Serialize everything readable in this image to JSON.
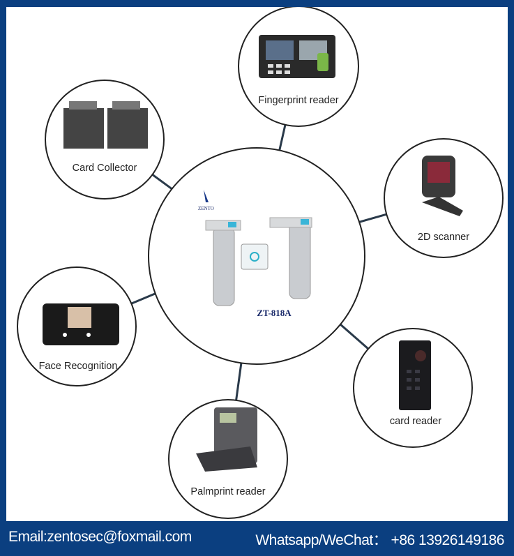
{
  "center": {
    "brand": "ZENTO",
    "model": "ZT-818A"
  },
  "nodes": [
    {
      "id": "fingerprint",
      "label": "Fingerprint reader"
    },
    {
      "id": "card-collector",
      "label": "Card Collector"
    },
    {
      "id": "scanner",
      "label": "2D scanner"
    },
    {
      "id": "face",
      "label": "Face Recognition"
    },
    {
      "id": "card-reader",
      "label": "card reader"
    },
    {
      "id": "palmprint",
      "label": "Palmprint reader"
    }
  ],
  "footer": {
    "email": "Email:zentosec@foxmail.com",
    "phone": "Whatsapp/WeChat： +86 13926149186"
  },
  "colors": {
    "border": "#0b3f80",
    "circle": "#222222"
  }
}
